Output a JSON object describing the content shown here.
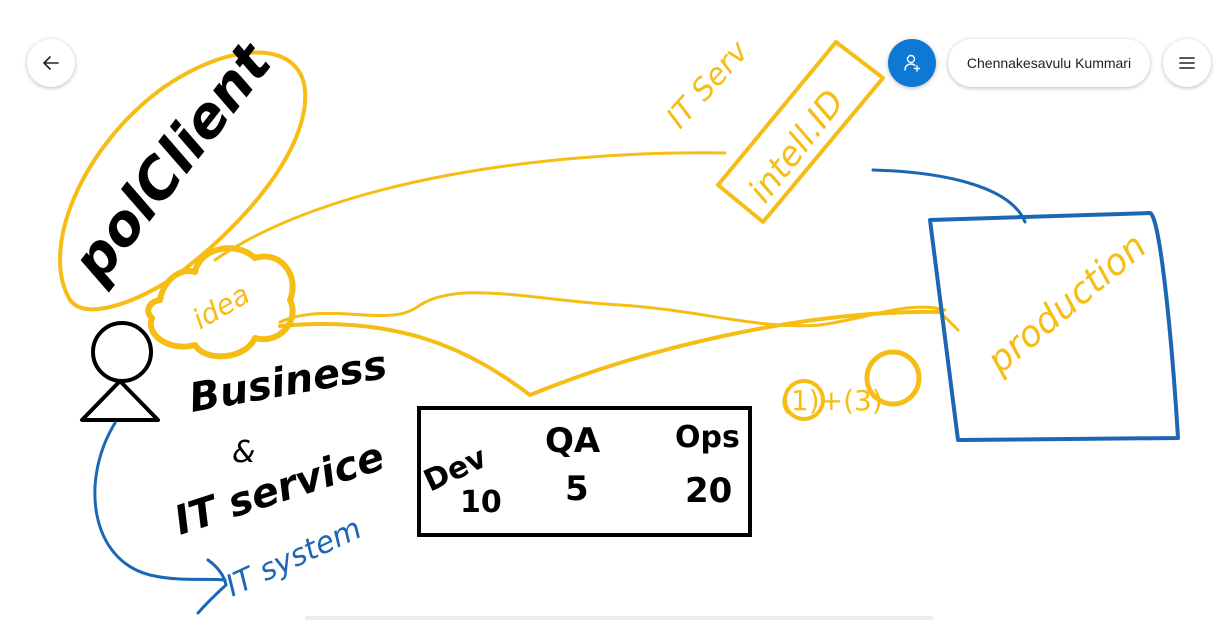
{
  "header": {
    "user_name": "Chennakesavulu Kummari"
  },
  "icons": {
    "back": "arrow-left-icon",
    "invite": "add-person-icon",
    "menu": "hamburger-menu-icon"
  },
  "colors": {
    "ink_yellow": "#f6bd16",
    "ink_black": "#000000",
    "ink_blue": "#1c66b6",
    "accent": "#0f78d4"
  },
  "ink": {
    "policlient": "polClient",
    "idea": "idea",
    "business": "Business",
    "and_symbol": "&",
    "it_service": "IT service",
    "it_system": "IT system",
    "it_serv_top": "IT Serv",
    "intell_id": "intell.ID",
    "production": "production",
    "formula": "(1)+(3)",
    "table": {
      "col1": "Dev",
      "col2": "QA",
      "col3": "Ops",
      "val1": "10",
      "val2": "5",
      "val3": "20"
    }
  }
}
